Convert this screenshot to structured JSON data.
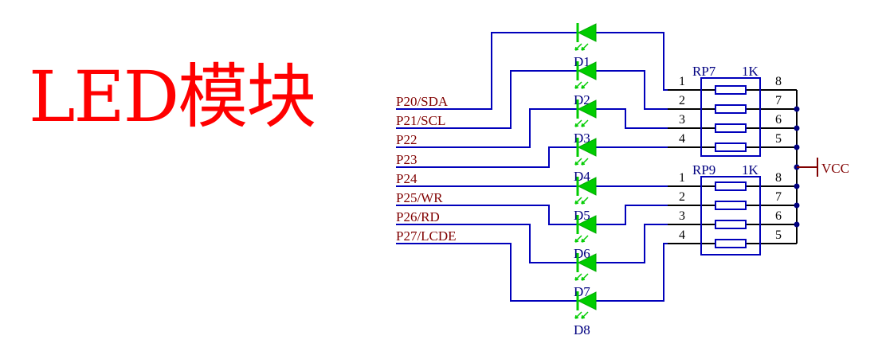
{
  "title": "LED模块",
  "nets": [
    "P20/SDA",
    "P21/SCL",
    "P22",
    "P23",
    "P24",
    "P25/WR",
    "P26/RD",
    "P27/LCDE"
  ],
  "leds": [
    "D1",
    "D2",
    "D3",
    "D4",
    "D5",
    "D6",
    "D7",
    "D8"
  ],
  "resistor_packs": [
    {
      "ref": "RP7",
      "value": "1K"
    },
    {
      "ref": "RP9",
      "value": "1K"
    }
  ],
  "pin_numbers_left": [
    "1",
    "2",
    "3",
    "4"
  ],
  "pin_numbers_right": [
    "8",
    "7",
    "6",
    "5"
  ],
  "power": {
    "label": "VCC"
  },
  "colors": {
    "title": "#ff0000",
    "wire": "#0000bb",
    "net_label": "#800000",
    "led": "#00cc00",
    "reference": "#000080"
  }
}
